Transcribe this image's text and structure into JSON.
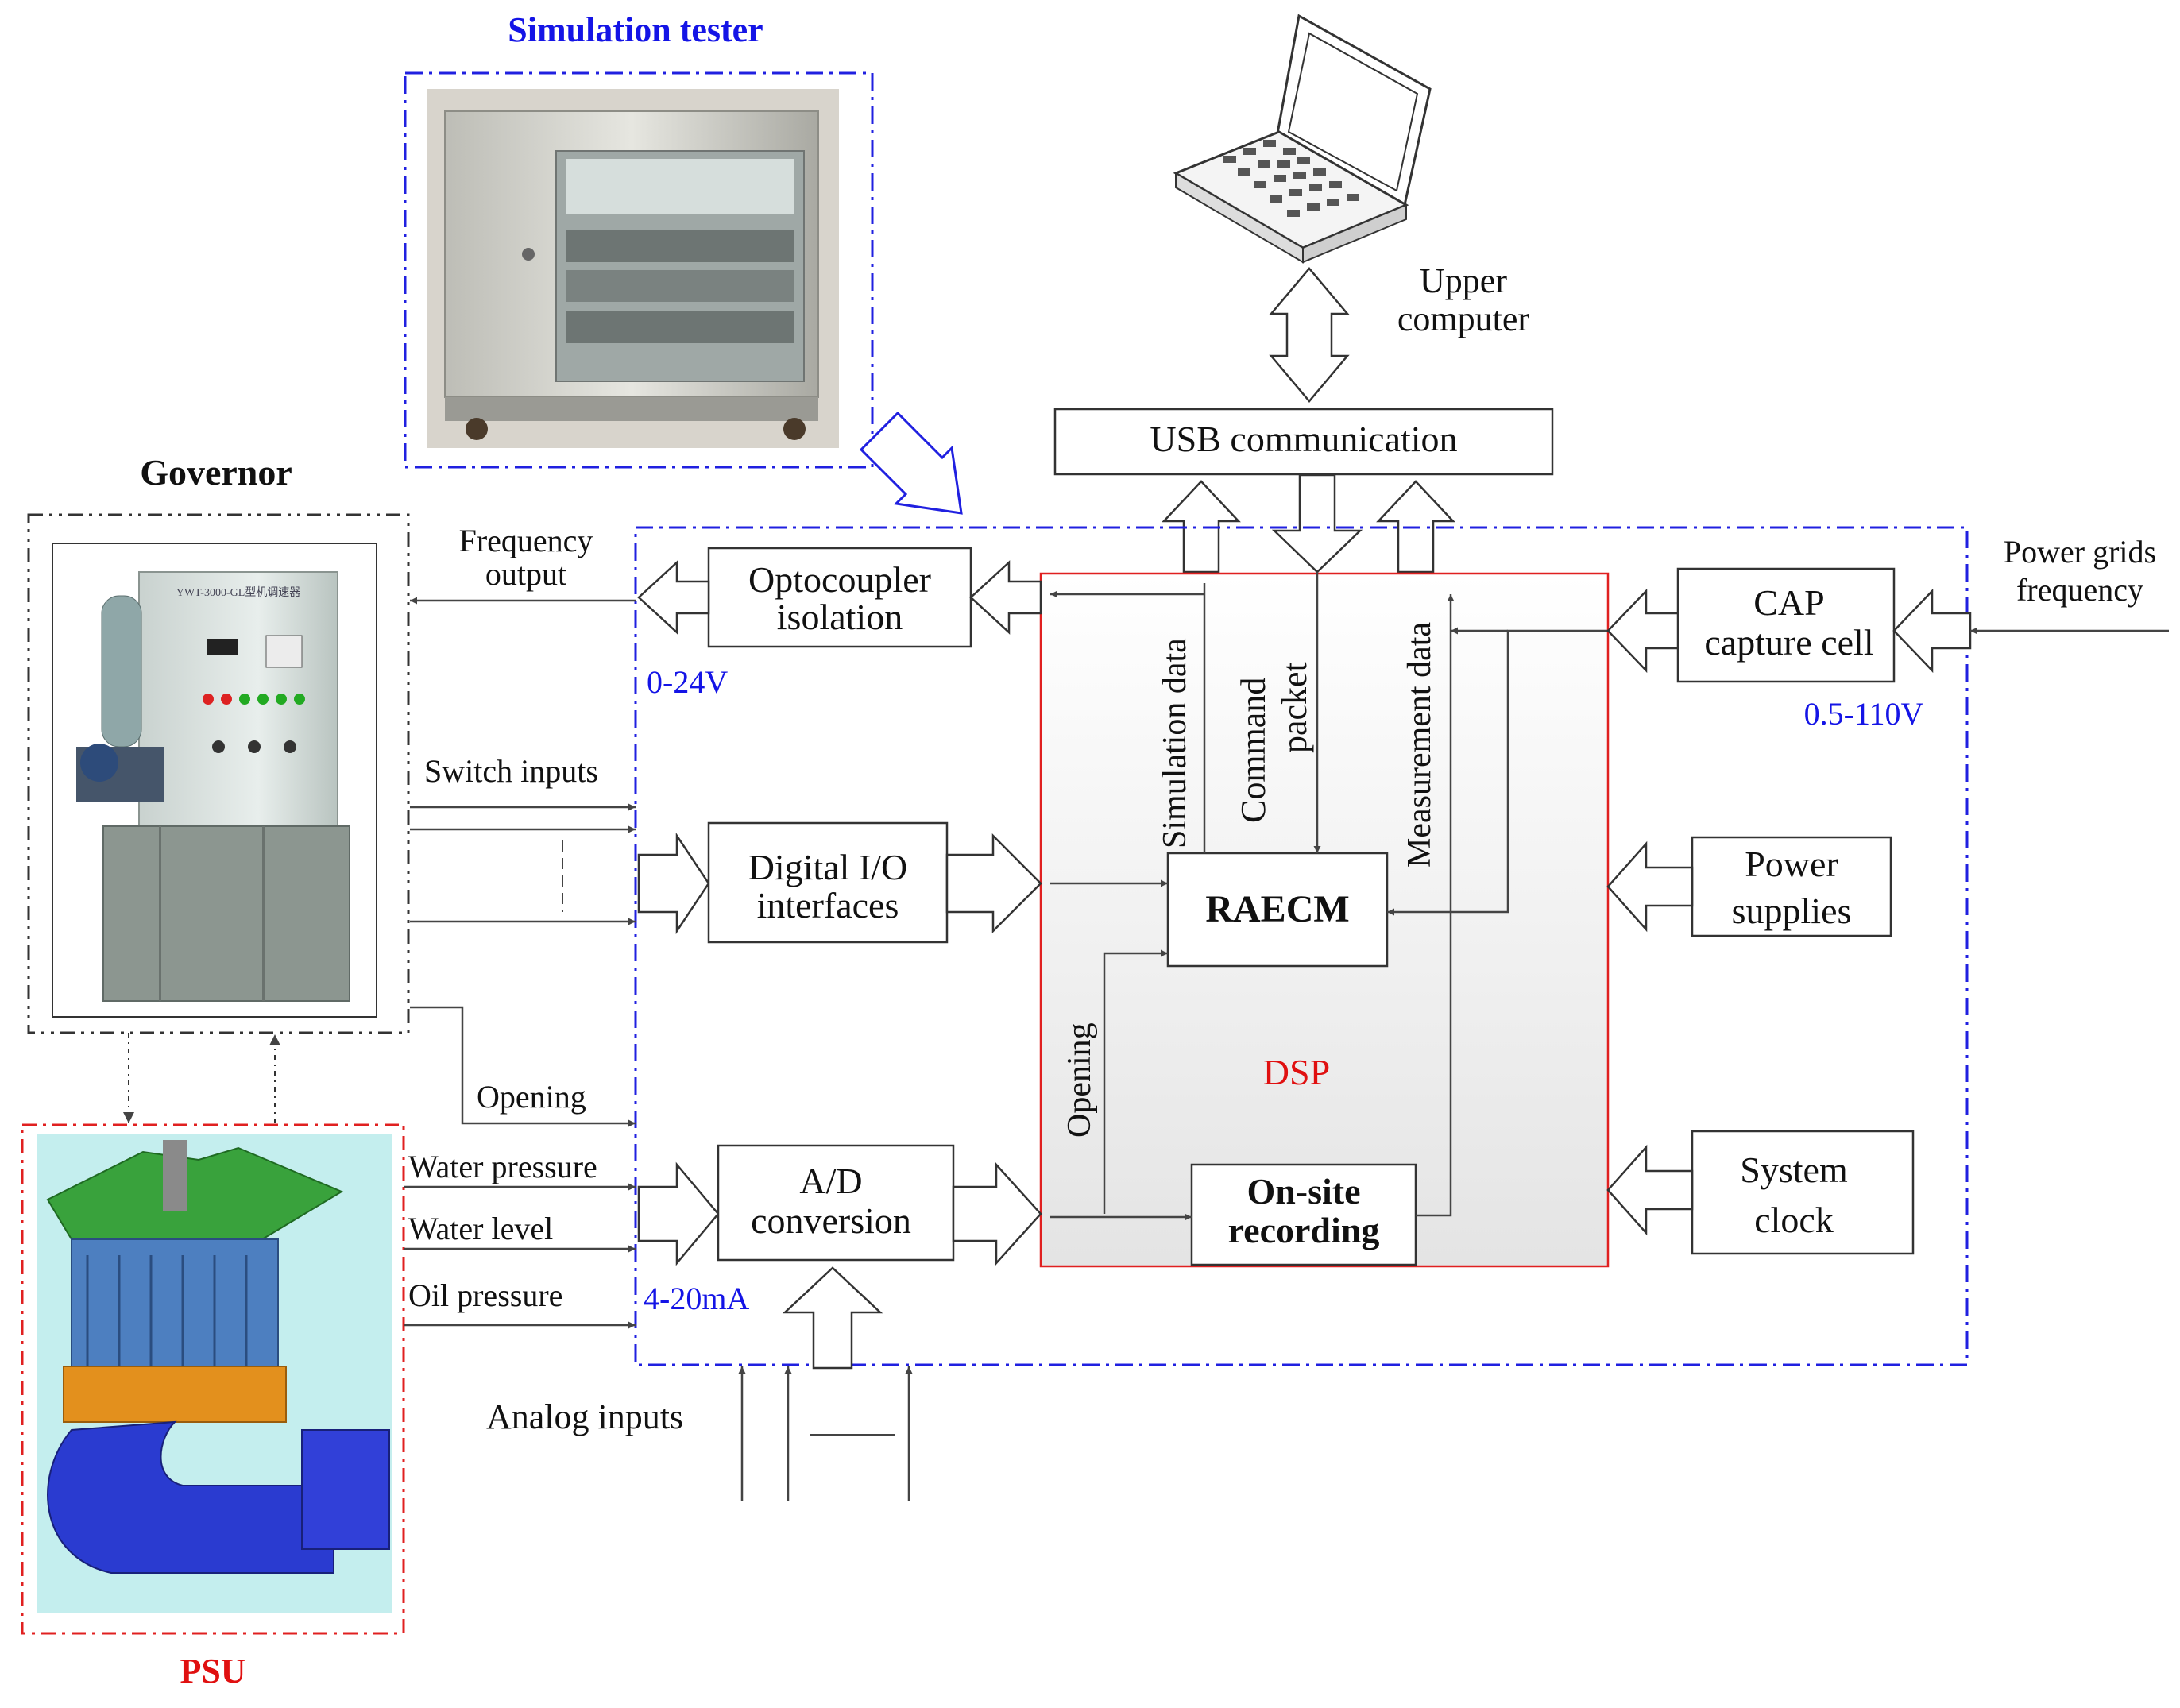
{
  "simulation_tester": {
    "title": "Simulation tester"
  },
  "governor": {
    "title": "Governor",
    "cabinet_label": "YWT-3000-GL型机调速器"
  },
  "psu": {
    "title": "PSU"
  },
  "upper_computer": {
    "line1": "Upper",
    "line2": "computer"
  },
  "usb": {
    "label": "USB communication"
  },
  "optocoupler": {
    "line1": "Optocoupler",
    "line2": "isolation"
  },
  "frequency_output": {
    "line1": "Frequency",
    "line2": "output"
  },
  "voltage_0_24": "0-24V",
  "switch_inputs": "Switch inputs",
  "digital_io": {
    "line1": "Digital I/O",
    "line2": "interfaces"
  },
  "opening_left": "Opening",
  "water_pressure": "Water pressure",
  "water_level": "Water level",
  "oil_pressure": "Oil pressure",
  "current_4_20": "4-20mA",
  "ad": {
    "line1": "A/D",
    "line2": "conversion"
  },
  "analog_inputs": "Analog inputs",
  "dsp": {
    "label": "DSP",
    "simulation_data": "Simulation data",
    "command_line1": "Command",
    "command_line2": "packet",
    "measurement_data": "Measurement data",
    "raecm": "RAECM",
    "opening": "Opening",
    "onsite_line1": "On-site",
    "onsite_line2": "recording"
  },
  "cap": {
    "line1": "CAP",
    "line2": "capture cell"
  },
  "power_grids": {
    "line1": "Power grids",
    "line2": "frequency"
  },
  "voltage_range": "0.5-110V",
  "power_supplies": {
    "line1": "Power",
    "line2": "supplies"
  },
  "system_clock": {
    "line1": "System",
    "line2": "clock"
  },
  "colors": {
    "blue_label": "#1414e6",
    "red_label": "#e01010",
    "dsp_border": "#e02020",
    "frame_blue": "#2020e0",
    "frame_red": "#e02020",
    "line": "#444444"
  }
}
